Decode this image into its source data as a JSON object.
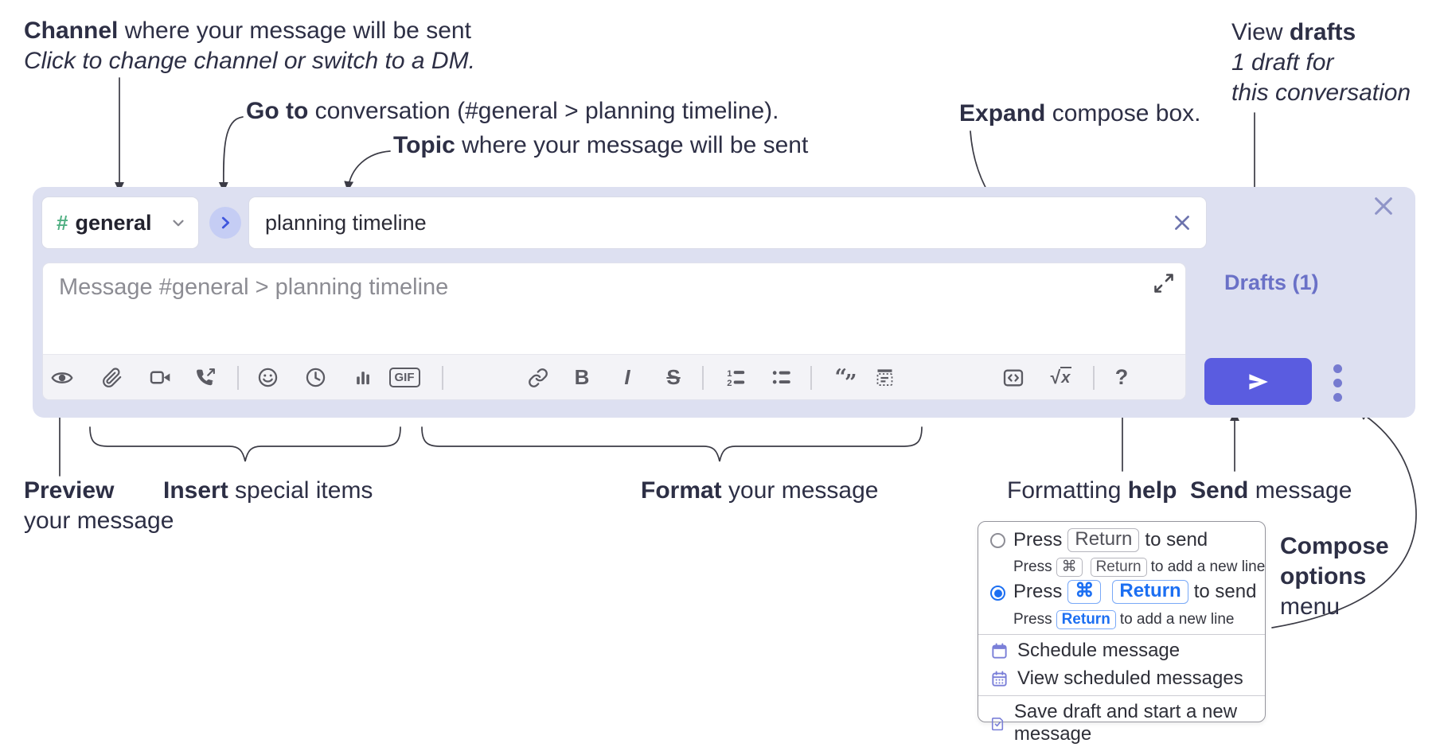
{
  "annotations": {
    "channel": {
      "bold": "Channel",
      "rest": " where your message will be sent",
      "italic": "Click to change channel or switch to a DM."
    },
    "goto": {
      "bold": "Go to",
      "rest": " conversation (#general > planning timeline)."
    },
    "topic": {
      "bold": "Topic",
      "rest": " where your message will be sent"
    },
    "expand": {
      "bold": "Expand",
      "rest": " compose box."
    },
    "view_drafts": {
      "pre": "View ",
      "bold": "drafts",
      "italic_line1": "1 draft for",
      "italic_line2": "this conversation"
    },
    "preview": {
      "bold": "Preview",
      "line2": "your message"
    },
    "insert": {
      "bold": "Insert",
      "rest": " special items"
    },
    "format": {
      "bold": "Format",
      "rest": " your message"
    },
    "formatting_help": {
      "pre": "Formatting ",
      "bold": "help"
    },
    "send": {
      "bold": "Send",
      "rest": " message"
    },
    "compose_options": {
      "bold_line1": "Compose",
      "bold_line2": "options",
      "line3": "menu"
    }
  },
  "compose": {
    "channel_name": "general",
    "topic_value": "planning timeline",
    "message_placeholder": "Message #general > planning timeline",
    "drafts_label": "Drafts (1)",
    "accent_color": "#5a5ce0",
    "container_color": "#dde0f1"
  },
  "toolbar": {
    "icons": [
      "preview-eye",
      "attachment-paperclip",
      "video-clip",
      "audio-call",
      "emoji",
      "recent-clock",
      "poll-bar-chart",
      "gif",
      "link",
      "bold",
      "italic",
      "strikethrough",
      "ordered-list",
      "bulleted-list",
      "blockquote",
      "code-block",
      "code",
      "formula",
      "formatting-help"
    ],
    "glyphs": {
      "bold": "B",
      "italic": "I",
      "strike": "S",
      "gif": "GIF",
      "sqrt_root": "√",
      "sqrt_x": "x",
      "help": "?"
    }
  },
  "menu": {
    "option1": {
      "pre": "Press",
      "key": "Return",
      "post": "to send",
      "sub_pre": "Press",
      "sub_key1": "⌘",
      "sub_key2": "Return",
      "sub_post": "to add a new line"
    },
    "option2": {
      "pre": "Press",
      "key1": "⌘",
      "key2": "Return",
      "post": "to send",
      "sub_pre": "Press",
      "sub_key": "Return",
      "sub_post": "to add a new line"
    },
    "items": [
      {
        "label": "Schedule message"
      },
      {
        "label": "View scheduled messages"
      },
      {
        "label": "Save draft and start a new message"
      }
    ]
  }
}
